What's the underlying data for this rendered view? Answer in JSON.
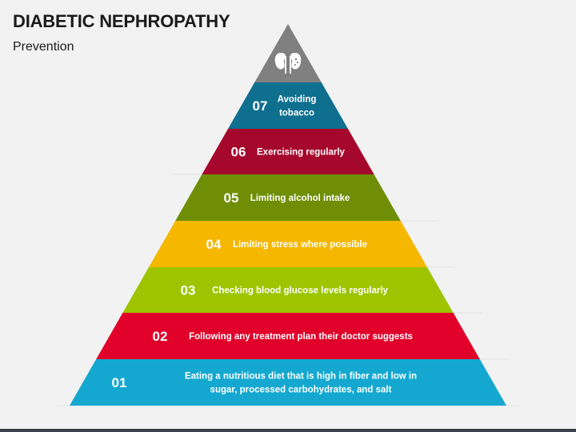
{
  "title": "DIABETIC NEPHROPATHY",
  "subtitle": "Prevention",
  "top_icon": "kidney-icon",
  "levels": [
    {
      "number": "07",
      "lines": [
        "Avoiding",
        "tobacco"
      ],
      "color": "#0e6f8f"
    },
    {
      "number": "06",
      "lines": [
        "Exercising regularly"
      ],
      "color": "#a6072c"
    },
    {
      "number": "05",
      "lines": [
        "Limiting alcohol intake"
      ],
      "color": "#6f8e06"
    },
    {
      "number": "04",
      "lines": [
        "Limiting stress where possible"
      ],
      "color": "#f5b700"
    },
    {
      "number": "03",
      "lines": [
        "Checking blood glucose levels regularly"
      ],
      "color": "#9ec400"
    },
    {
      "number": "02",
      "lines": [
        "Following any treatment plan their doctor suggests"
      ],
      "color": "#e0002a"
    },
    {
      "number": "01",
      "lines": [
        "Eating a nutritious diet that is high in fiber and low in",
        "sugar, processed carbohydrates, and salt"
      ],
      "color": "#14a8d0"
    }
  ],
  "colors": {
    "apex": "#808080",
    "bottom_bar": "#3a3f4a"
  }
}
